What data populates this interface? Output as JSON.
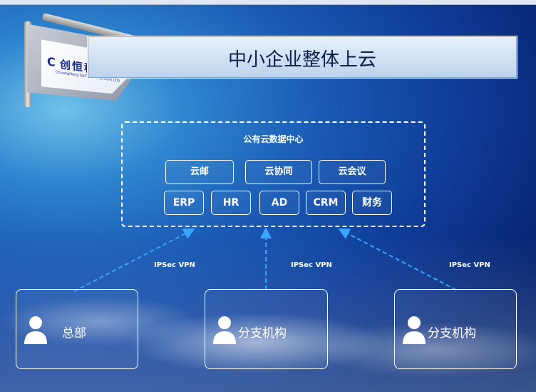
{
  "slide": {
    "title": "中小企业整体上云"
  },
  "logo": {
    "text": "创恒科技",
    "subtext": "ChuangHeng S&T Development LTD"
  },
  "cloud_center": {
    "title": "公有云数据中心",
    "row1": [
      "云邮",
      "云协同",
      "云会议"
    ],
    "row2": [
      "ERP",
      "HR",
      "AD",
      "CRM",
      "财务"
    ]
  },
  "vpn_labels": [
    "IPSec VPN",
    "IPSec VPN",
    "IPSec VPN"
  ],
  "sites": [
    {
      "label": "总部"
    },
    {
      "label": "分支机构"
    },
    {
      "label": "分支机构"
    }
  ],
  "colors": {
    "background_deep": "#041655",
    "background_light": "#6fc2ea",
    "connector": "#3aa6ff",
    "title_bar": "#d6e5f6"
  }
}
